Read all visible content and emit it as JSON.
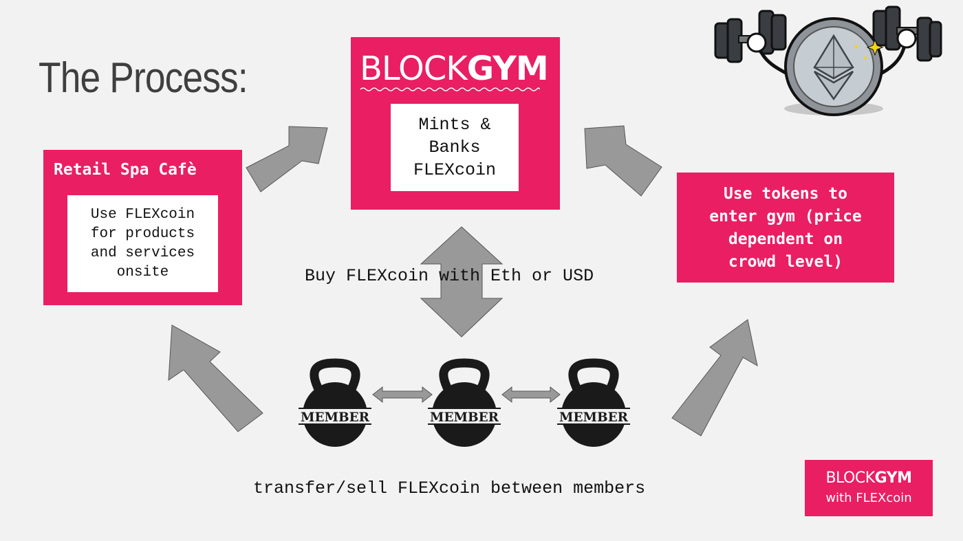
{
  "slide": {
    "title": "The Process:"
  },
  "blockgym": {
    "brand_light": "BLOCK",
    "brand_bold": "GYM",
    "box_line1": "Mints &",
    "box_line2": "Banks",
    "box_line3": "FLEXcoin"
  },
  "retail": {
    "heading": "Retail Spa Cafè",
    "line1": "Use FLEXcoin",
    "line2": "for products",
    "line3": "and services",
    "line4": "onsite"
  },
  "gym_entry": {
    "line1": "Use tokens to",
    "line2": "enter gym (price",
    "line3": "dependent on",
    "line4": "crowd level)"
  },
  "buy_caption": "Buy FLEXcoin with Eth or USD",
  "transfer_caption": "transfer/sell FLEXcoin between members",
  "members": [
    {
      "label": "MEMBER"
    },
    {
      "label": "MEMBER"
    },
    {
      "label": "MEMBER"
    }
  ],
  "footer_logo": {
    "brand_light": "BLOCK",
    "brand_bold": "GYM",
    "tagline": "with FLEXcoin"
  },
  "colors": {
    "brand_pink": "#e91e63",
    "arrow_gray": "#999999",
    "title_gray": "#3f3f3f"
  },
  "icons": {
    "coin": "ethereum-coin-lifting-dumbbells-icon",
    "member": "kettlebell-icon"
  }
}
